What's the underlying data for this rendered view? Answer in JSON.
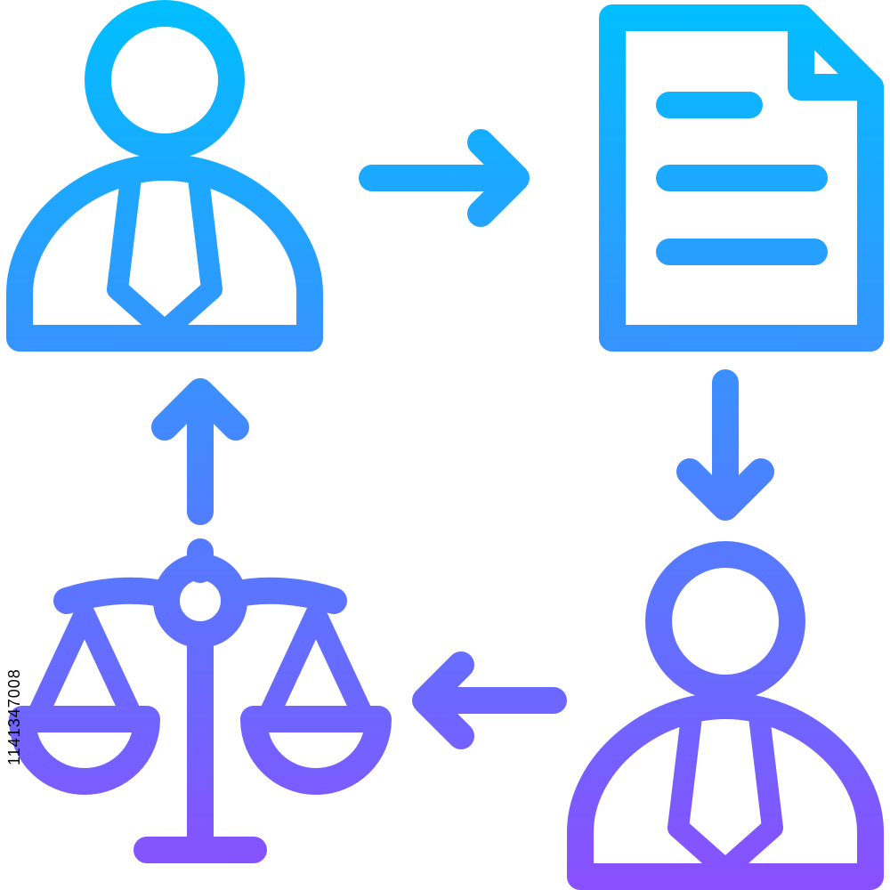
{
  "diagram": {
    "nodes": [
      {
        "id": "person-top",
        "icon": "businessman-icon"
      },
      {
        "id": "document",
        "icon": "document-icon"
      },
      {
        "id": "person-bottom",
        "icon": "businessman-icon"
      },
      {
        "id": "scales",
        "icon": "scales-of-justice-icon"
      }
    ],
    "edges": [
      {
        "from": "person-top",
        "to": "document",
        "icon": "arrow-right-icon"
      },
      {
        "from": "document",
        "to": "person-bottom",
        "icon": "arrow-down-icon"
      },
      {
        "from": "person-bottom",
        "to": "scales",
        "icon": "arrow-left-icon"
      },
      {
        "from": "scales",
        "to": "person-top",
        "icon": "arrow-up-icon"
      }
    ]
  },
  "colors": {
    "gradient_top": "#00BFFF",
    "gradient_bottom": "#8A4FFF"
  },
  "stock_id": "1141347008"
}
